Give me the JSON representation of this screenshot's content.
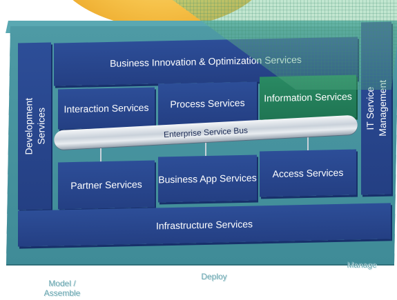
{
  "diagram": {
    "top_band": "Business Innovation & Optimization Services",
    "left_column": "Development Services",
    "right_column": "IT Service Management",
    "upper_row": [
      "Interaction Services",
      "Process Services",
      "Information Services"
    ],
    "bus": "Enterprise Service Bus",
    "lower_row": [
      "Partner Services",
      "Business App Services",
      "Access Services"
    ],
    "base": "Infrastructure Services"
  },
  "footer": {
    "model_assemble": "Model / Assemble",
    "deploy": "Deploy",
    "manage": "Manage"
  },
  "colors": {
    "block_blue": "#2d4e98",
    "highlight_green": "#2a8a63",
    "platform_teal": "#4e9aa5",
    "accent_orange": "#f6c24a"
  }
}
